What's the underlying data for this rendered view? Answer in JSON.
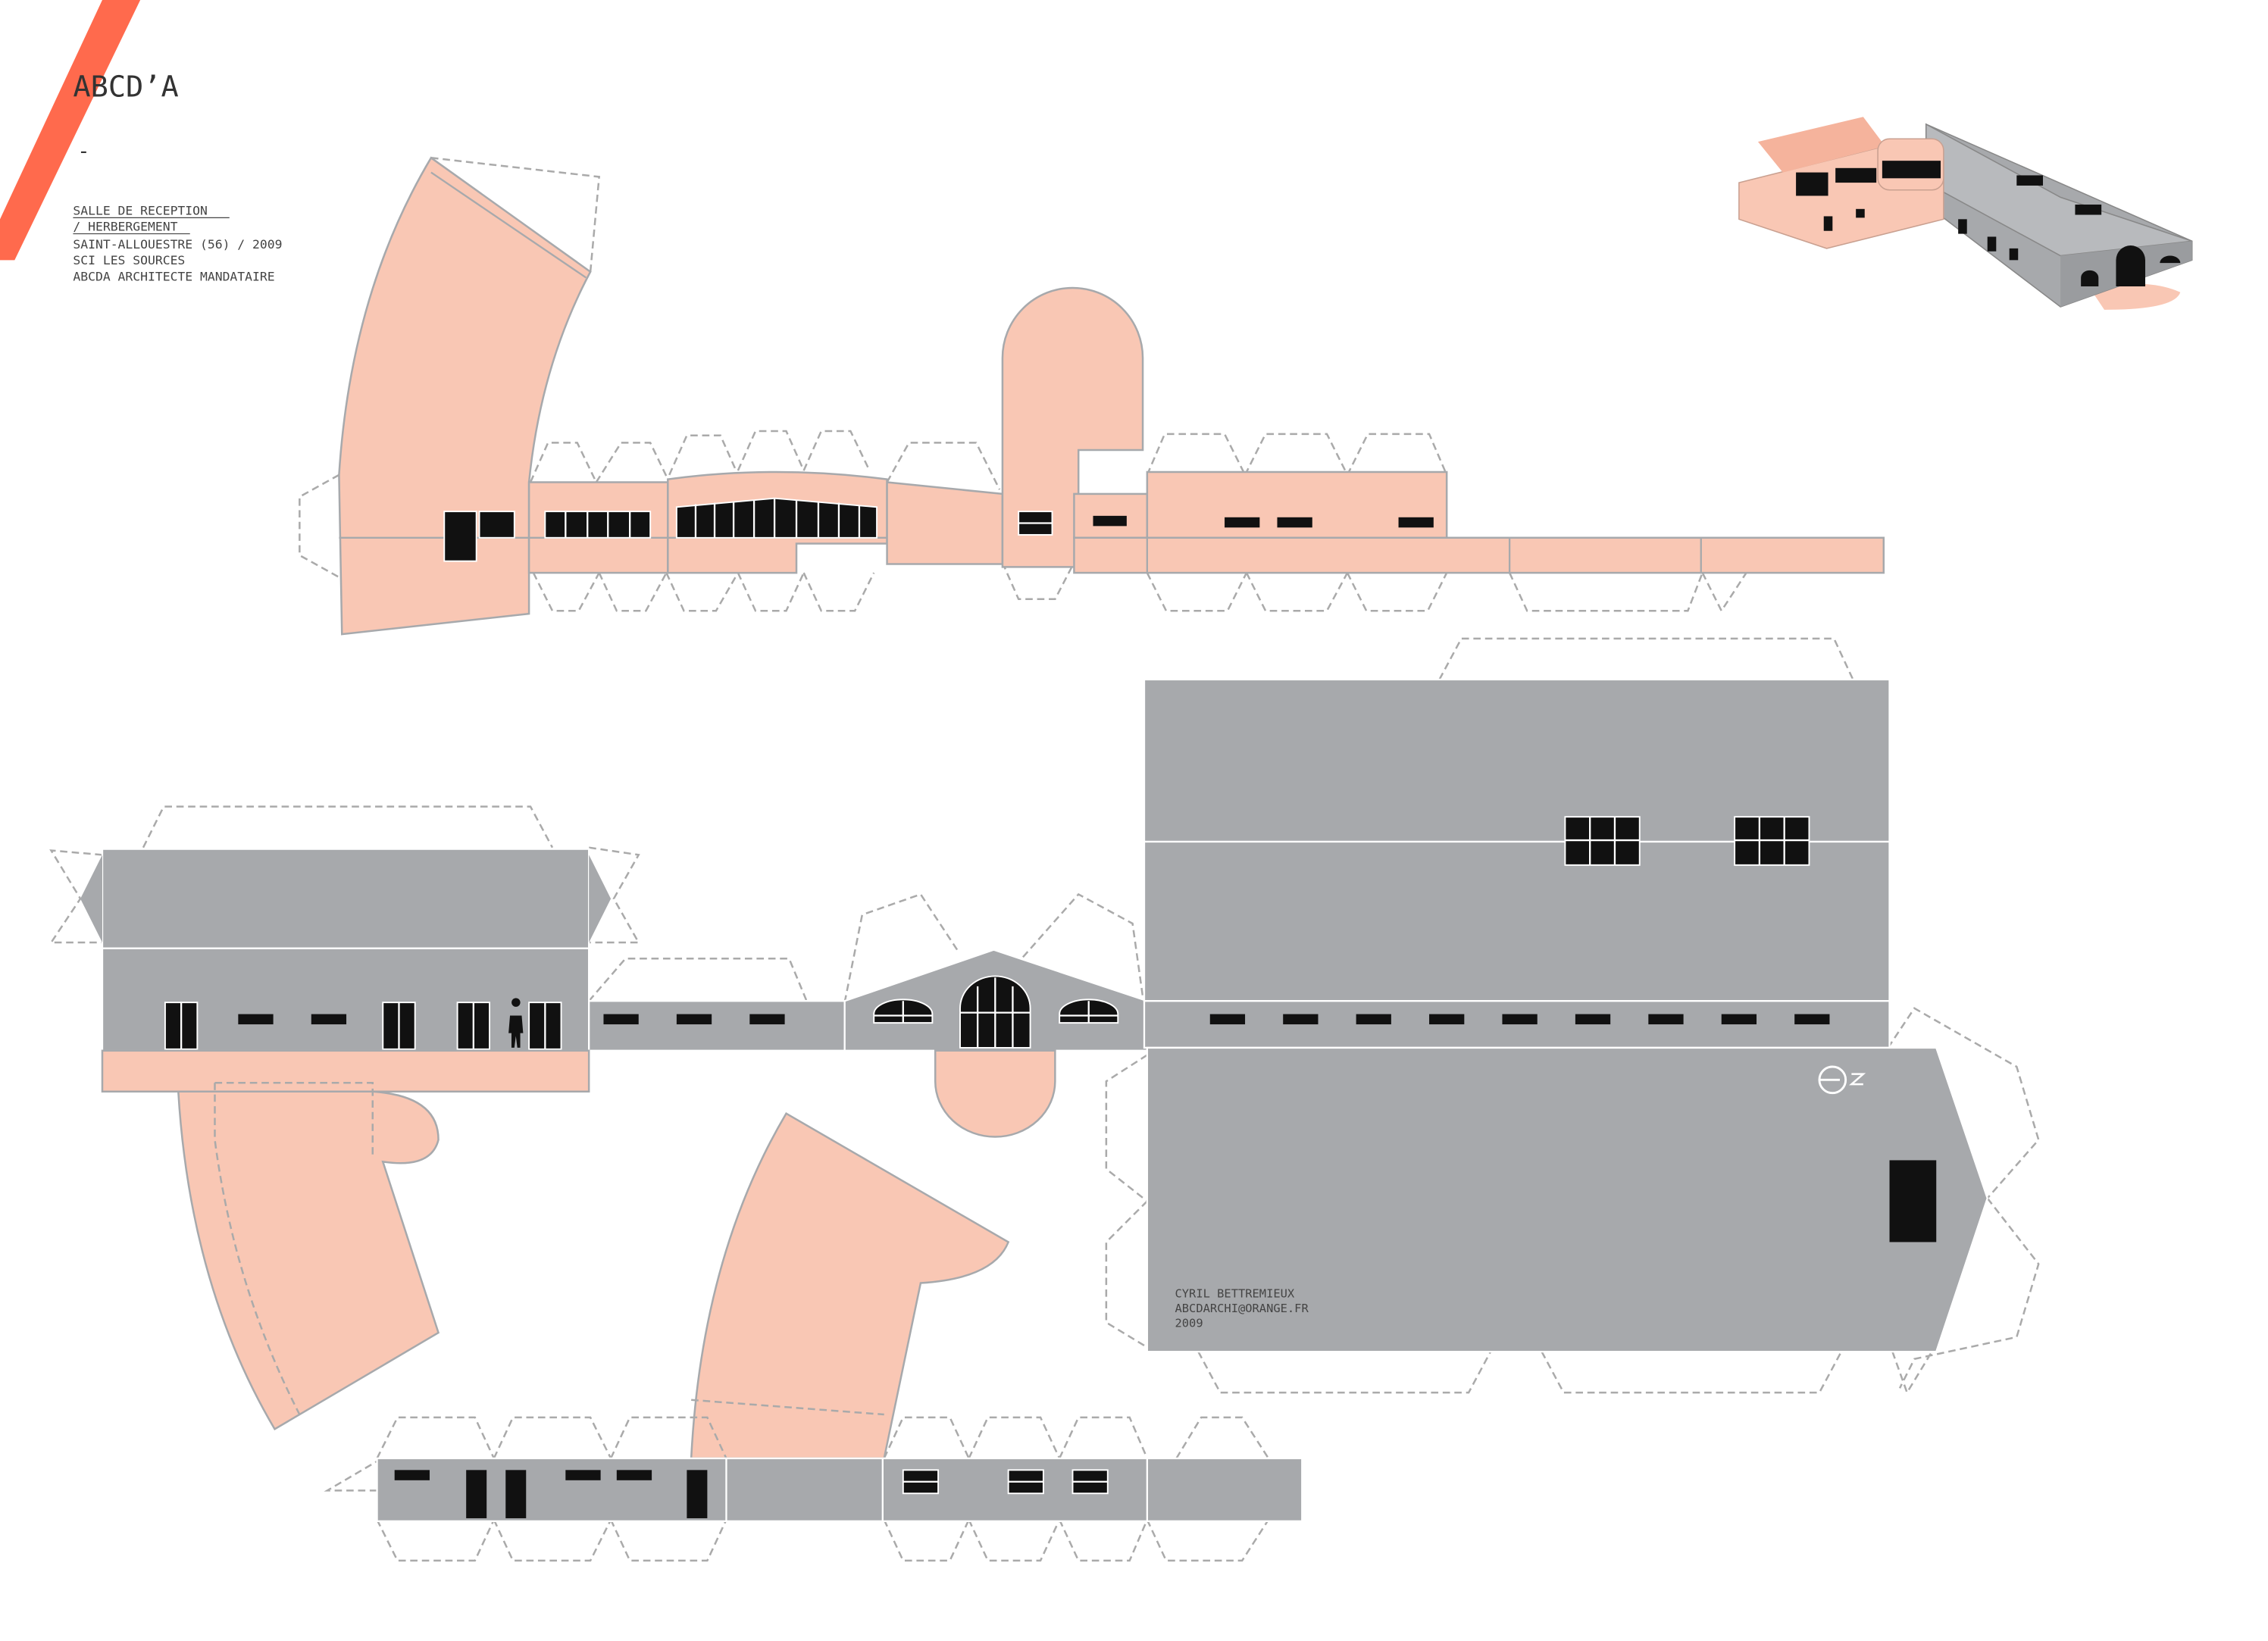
{
  "brand": {
    "logo": "ABCD’A",
    "dash": "-"
  },
  "project": {
    "title_line1": "SALLE DE RECEPTION",
    "title_line2": "/ HERBERGEMENT",
    "location": "SAINT-ALLOUESTRE (56) / 2009",
    "client": "SCI LES SOURCES",
    "architect": "ABCDA ARCHITECTE MANDATAIRE"
  },
  "credits": {
    "author": "CYRIL BETTREMIEUX",
    "email": "ABCDARCHI@ORANGE.FR",
    "year": "2009"
  },
  "colors": {
    "accent": "#ff6a4d",
    "salmon": "#f9c7b4",
    "grey": "#a7a9ac",
    "windows": "#111111",
    "cut_lines": "#aaaaaa"
  },
  "icons": {
    "north_arrow": "north-arrow-icon",
    "person": "person-silhouette-icon",
    "model": "building-model-thumbnail"
  }
}
